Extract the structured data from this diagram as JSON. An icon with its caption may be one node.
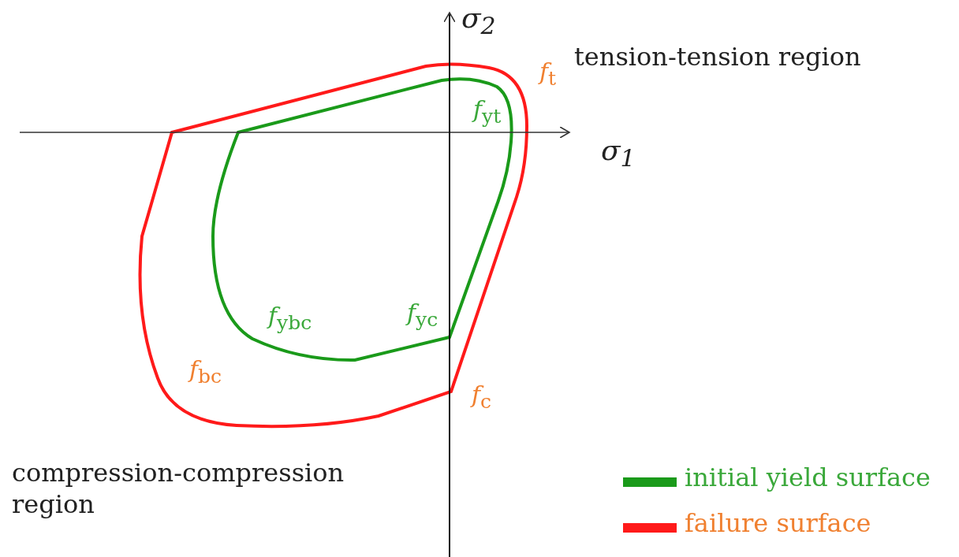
{
  "diagram": {
    "labels": [
      "σ$_{2}$",
      "tension-tension region",
      "*f*$_{t}$",
      "*f*$_{yt}$",
      "σ$_{1}$",
      "*f*$_{ybc}$",
      "*f*$_{yc}$",
      "*f*$_{bc}$",
      "*f*$_{c}$",
      "compression-compression region"
    ],
    "legend": [
      {
        "text": "initial yield surface",
        "color": "#1a9a1a"
      },
      {
        "text": "failure surface",
        "color": "#ff1a1a"
      }
    ]
  }
}
